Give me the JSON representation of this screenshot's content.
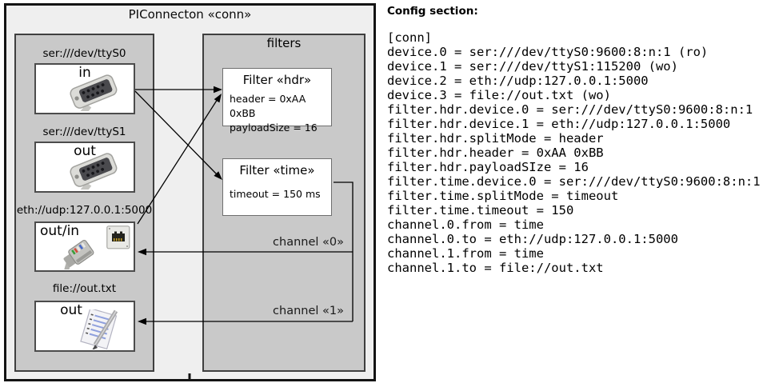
{
  "diagram": {
    "title": "PIConnecton «conn»",
    "devices_panel": {
      "devices": [
        {
          "label": "ser:///dev/ttyS0",
          "direction": "in",
          "icon": "serial-db9-icon"
        },
        {
          "label": "ser:///dev/ttyS1",
          "direction": "out",
          "icon": "serial-db9-icon"
        },
        {
          "label": "eth://udp:127.0.0.1:5000",
          "direction": "out/in",
          "icon": "ethernet-icon"
        },
        {
          "label": "file://out.txt",
          "direction": "out",
          "icon": "notepad-icon"
        }
      ]
    },
    "filters_panel": {
      "title": "filters",
      "filters": [
        {
          "title": "Filter «hdr»",
          "properties": [
            "header = 0xAA 0xBB",
            "payloadSize = 16"
          ]
        },
        {
          "title": "Filter «time»",
          "properties": [
            "timeout = 150 ms"
          ]
        }
      ]
    },
    "channels": [
      {
        "label": "channel «0»"
      },
      {
        "label": "channel «1»"
      }
    ]
  },
  "config": {
    "heading": "Config section:",
    "lines": [
      "[conn]",
      "device.0 = ser:///dev/ttyS0:9600:8:n:1 (ro)",
      "device.1 = ser:///dev/ttyS1:115200 (wo)",
      "device.2 = eth://udp:127.0.0.1:5000",
      "device.3 = file://out.txt (wo)",
      "filter.hdr.device.0 = ser:///dev/ttyS0:9600:8:n:1",
      "filter.hdr.device.1 = eth://udp:127.0.0.1:5000",
      "filter.hdr.splitMode = header",
      "filter.hdr.header = 0xAA 0xBB",
      "filter.hdr.payloadSIze = 16",
      "filter.time.device.0 = ser:///dev/ttyS0:9600:8:n:1",
      "filter.time.splitMode = timeout",
      "filter.time.timeout = 150",
      "channel.0.from = time",
      "channel.0.to = eth://udp:127.0.0.1:5000",
      "channel.1.from = time",
      "channel.1.to = file://out.txt"
    ]
  },
  "colors": {
    "outer_fill": "#efefef",
    "panel_fill": "#c9c9c9",
    "box_fill": "#ffffff",
    "line": "#000000"
  }
}
